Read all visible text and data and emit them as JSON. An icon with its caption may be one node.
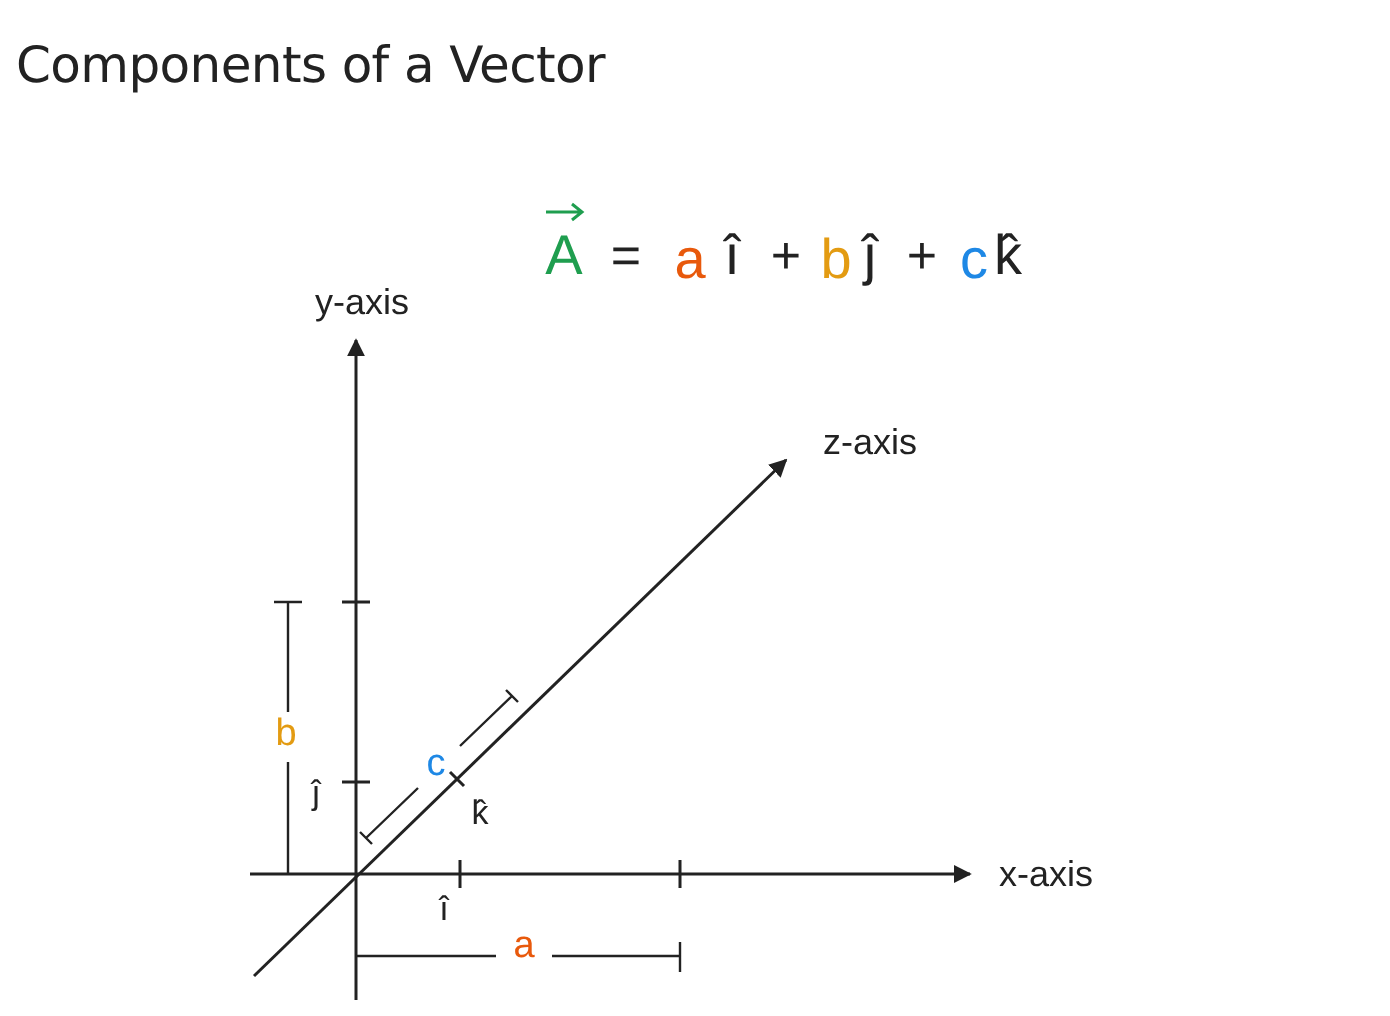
{
  "diagram": {
    "title": "Components of a Vector",
    "labels": [
      "A",
      "=",
      "a",
      "î",
      "+",
      "b",
      "ĵ",
      "+",
      "c",
      "k̂",
      "y-axis",
      "z-axis",
      "b",
      "c",
      "ĵ",
      "k̂",
      "x-axis",
      "î",
      "a"
    ]
  }
}
